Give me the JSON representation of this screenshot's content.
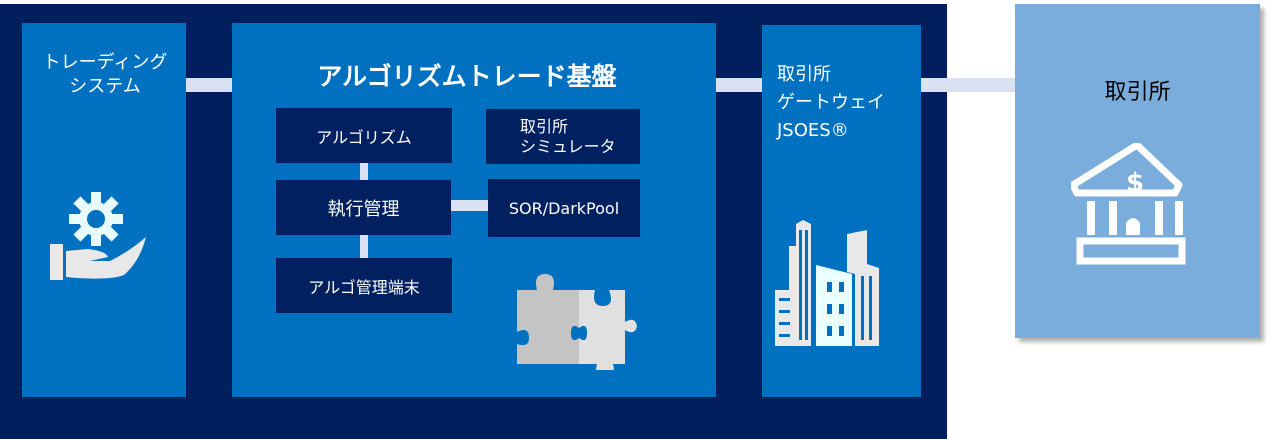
{
  "trading_system": {
    "line1": "トレーディング",
    "line2": "システム"
  },
  "platform": {
    "title": "アルゴリズムトレード基盤",
    "algorithm": "アルゴリズム",
    "simulator_line1": "取引所",
    "simulator_line2": "シミュレータ",
    "execution": "執行管理",
    "sor": "SOR/DarkPool",
    "terminal": "アルゴ管理端末"
  },
  "gateway": {
    "line1": "取引所",
    "line2": "ゲートウェイ",
    "line3": "JSOES®"
  },
  "exchange": {
    "title": "取引所"
  },
  "colors": {
    "background": "#001f5c",
    "panel": "#0070c0",
    "box": "#00205f",
    "connector": "#d9e1f2",
    "exchange": "#7aaddb"
  }
}
